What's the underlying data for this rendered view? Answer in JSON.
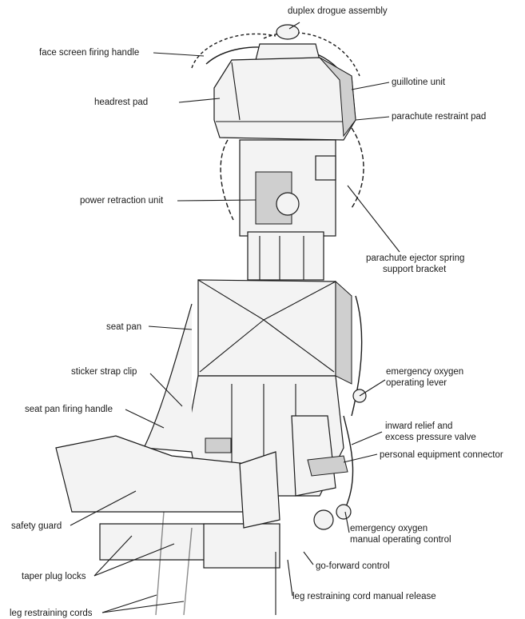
{
  "labels": {
    "duplex_drogue": "duplex drogue assembly",
    "face_screen": "face screen firing handle",
    "guillotine": "guillotine unit",
    "headrest_pad": "headrest pad",
    "parachute_restraint": "parachute restraint pad",
    "power_retraction": "power retraction unit",
    "ejector_spring_1": "parachute ejector spring",
    "ejector_spring_2": "support bracket",
    "seat_pan": "seat pan",
    "sticker_strap": "sticker strap clip",
    "emerg_oxygen_lever_1": "emergency oxygen",
    "emerg_oxygen_lever_2": "operating lever",
    "seat_pan_firing": "seat pan firing handle",
    "inward_relief_1": "inward relief and",
    "inward_relief_2": "excess pressure valve",
    "personal_equipment": "personal equipment connector",
    "safety_guard": "safety guard",
    "emerg_oxygen_manual_1": "emergency oxygen",
    "emerg_oxygen_manual_2": "manual operating control",
    "taper_plug": "taper plug locks",
    "go_forward": "go-forward control",
    "leg_cord_release": "leg restraining cord manual release",
    "leg_cords": "leg restraining cords"
  },
  "colors": {
    "ink": "#1a1a1a",
    "paper": "#ffffff"
  }
}
